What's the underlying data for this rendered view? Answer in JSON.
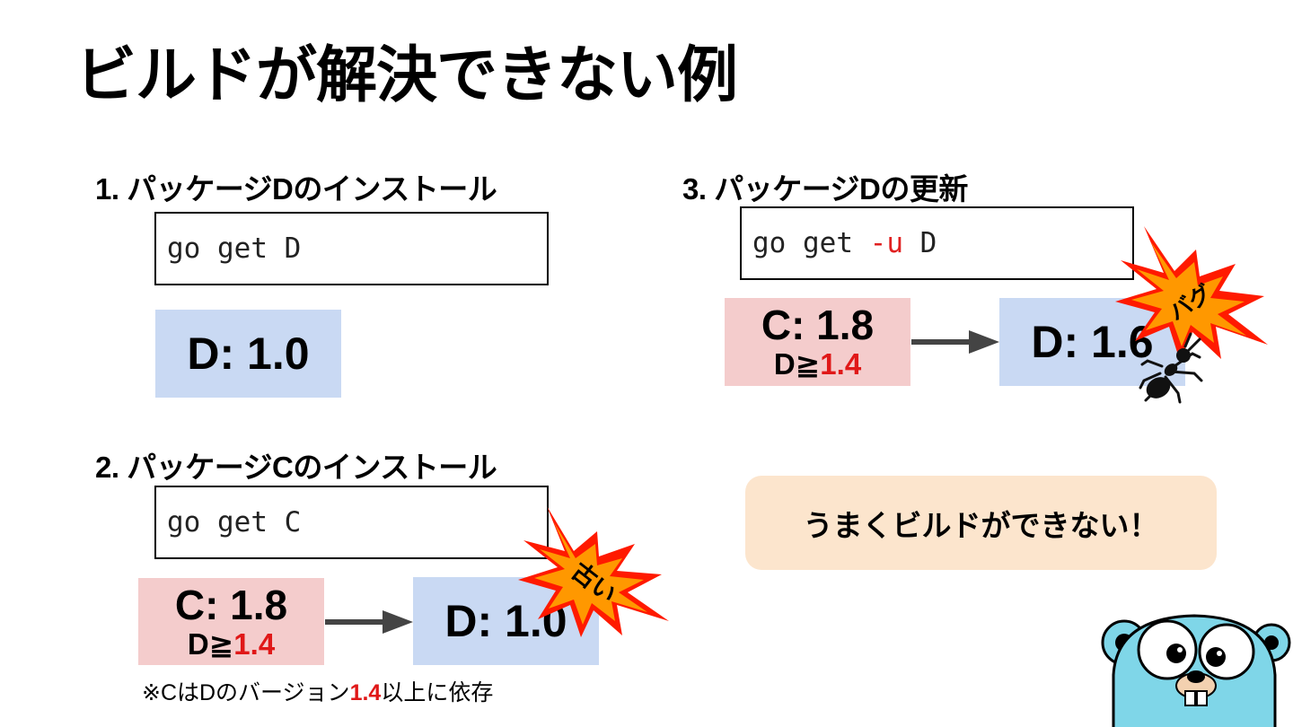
{
  "title": "ビルドが解決できない例",
  "steps": [
    {
      "heading": "1. パッケージDのインストール",
      "command": "go get D",
      "package_d": "D: 1.0"
    },
    {
      "heading": "2. パッケージCのインストール",
      "command": "go get C",
      "package_c": {
        "name": "C: 1.8",
        "req_prefix": "D≧",
        "req_version": "1.4"
      },
      "package_d": "D: 1.0",
      "burst_label": "古い"
    },
    {
      "heading": "3. パッケージDの更新",
      "command_prefix": "go get ",
      "command_flag": "-u",
      "command_suffix": " D",
      "package_c": {
        "name": "C: 1.8",
        "req_prefix": "D≧",
        "req_version": "1.4"
      },
      "package_d": "D: 1.6",
      "burst_label": "バグ"
    }
  ],
  "note": {
    "prefix": "※CはDのバージョン",
    "version": "1.4",
    "suffix": "以上に依存"
  },
  "result": "うまくビルドができない！",
  "colors": {
    "package_c_bg": "#f4cccc",
    "package_d_bg": "#c9d9f3",
    "result_bg": "#fce5cd",
    "highlight": "#e01818",
    "burst_orange": "#ff9800",
    "burst_red": "#ff1a00",
    "gopher_blue": "#7fd6e8"
  },
  "icons": [
    "ant-icon",
    "gopher-mascot",
    "burst-badge-icon",
    "arrow-icon"
  ]
}
